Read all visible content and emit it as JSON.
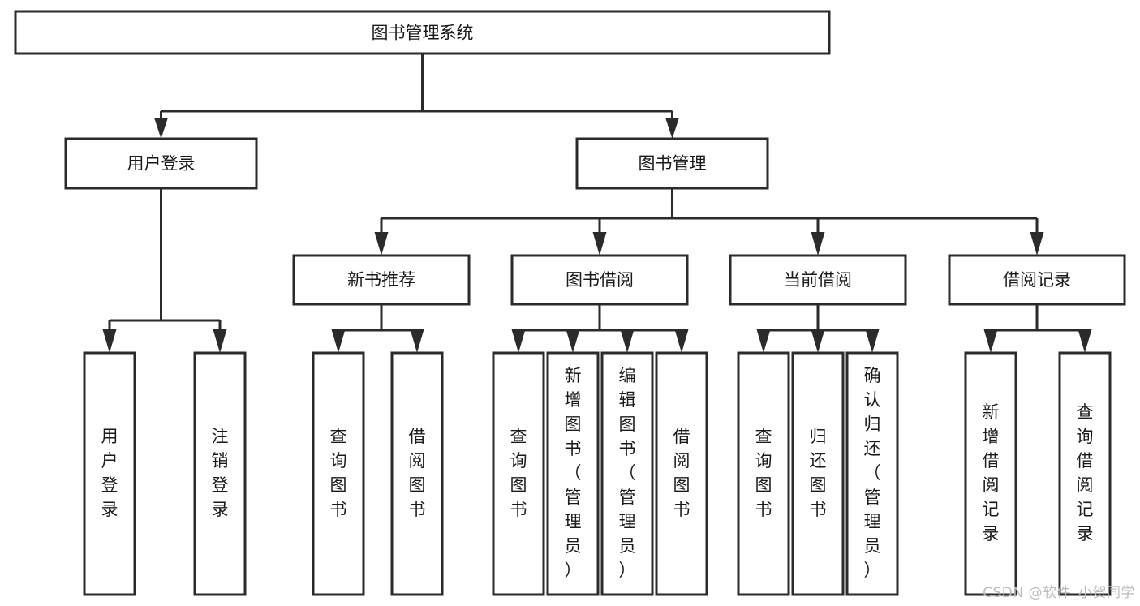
{
  "diagram": {
    "title": "图书管理系统",
    "watermark": "CSDN @软件_小贺同学",
    "colors": {
      "stroke": "#2b2b2b",
      "fill": "#ffffff",
      "text": "#1a1a1a",
      "watermark": "#bcbcbc",
      "background": "#ffffff"
    },
    "root": {
      "label": "图书管理系统"
    },
    "level2": [
      {
        "label": "用户登录"
      },
      {
        "label": "图书管理"
      }
    ],
    "level3": [
      {
        "label": "新书推荐"
      },
      {
        "label": "图书借阅"
      },
      {
        "label": "当前借阅"
      },
      {
        "label": "借阅记录"
      }
    ],
    "leaves": {
      "user_login": [
        {
          "label": "用户登录"
        },
        {
          "label": "注销登录"
        }
      ],
      "new_book_recommend": [
        {
          "label": "查询图书"
        },
        {
          "label": "借阅图书"
        }
      ],
      "book_borrow": [
        {
          "label": "查询图书"
        },
        {
          "label": "新增图书（管理员）"
        },
        {
          "label": "编辑图书（管理员）"
        },
        {
          "label": "借阅图书"
        }
      ],
      "current_borrow": [
        {
          "label": "查询图书"
        },
        {
          "label": "归还图书"
        },
        {
          "label": "确认归还（管理员）"
        }
      ],
      "borrow_record": [
        {
          "label": "新增借阅记录"
        },
        {
          "label": "查询借阅记录"
        }
      ]
    }
  }
}
